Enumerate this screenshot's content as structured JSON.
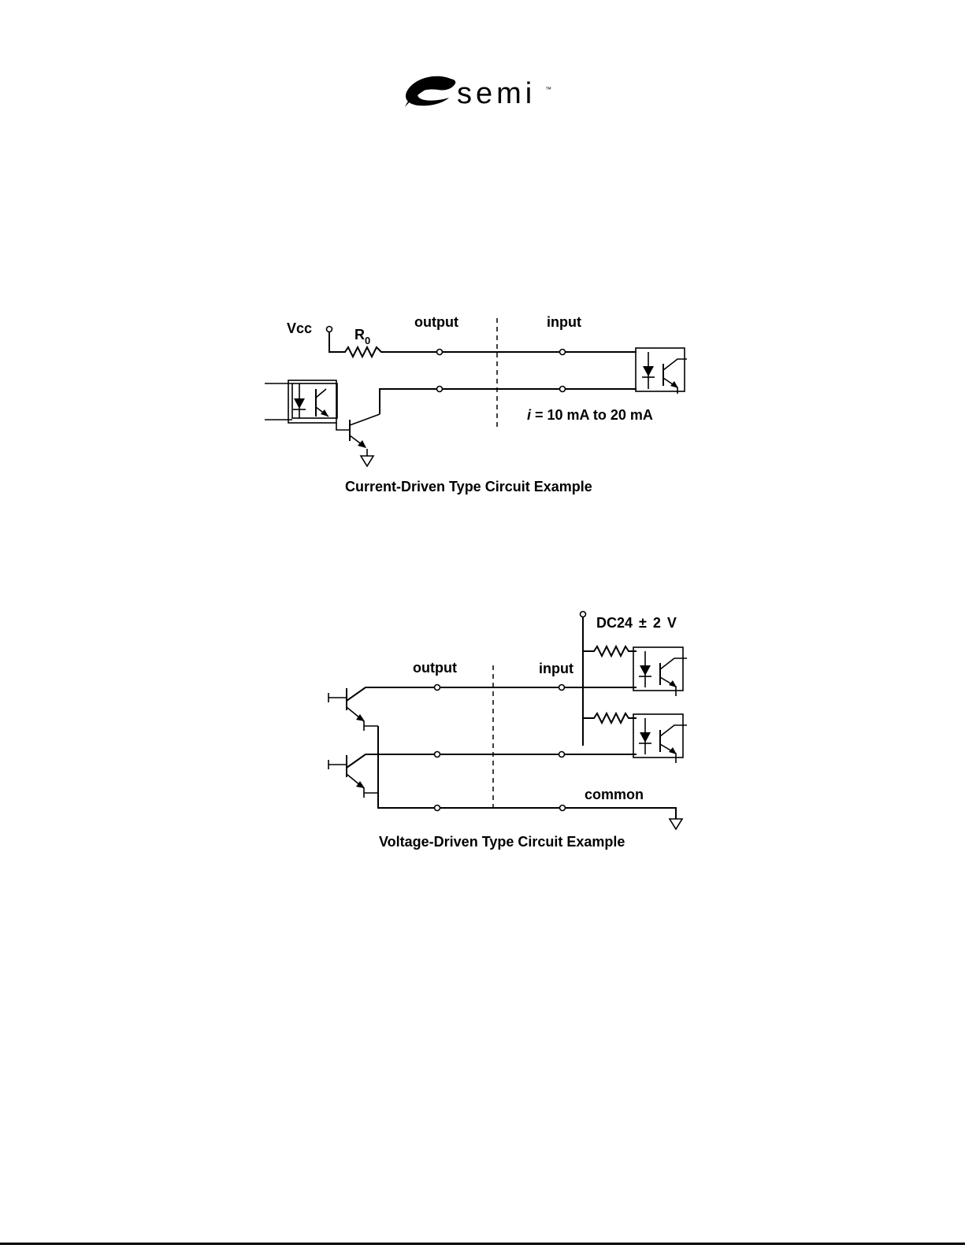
{
  "logo": {
    "text": "semi",
    "trademark": "™"
  },
  "current_driven": {
    "vcc_label": "Vcc",
    "resistor_label": "R",
    "resistor_subscript": "0",
    "output_label": "output",
    "input_label": "input",
    "current_prefix": "i",
    "current_text": " = 10 mA to 20 mA",
    "caption": "Current-Driven Type Circuit Example"
  },
  "voltage_driven": {
    "supply_label": "DC24 ± 2 V",
    "output_label": "output",
    "input_label": "input",
    "common_label": "common",
    "caption": "Voltage-Driven Type Circuit Example"
  },
  "colors": {
    "ink": "#000000",
    "background": "#ffffff"
  }
}
